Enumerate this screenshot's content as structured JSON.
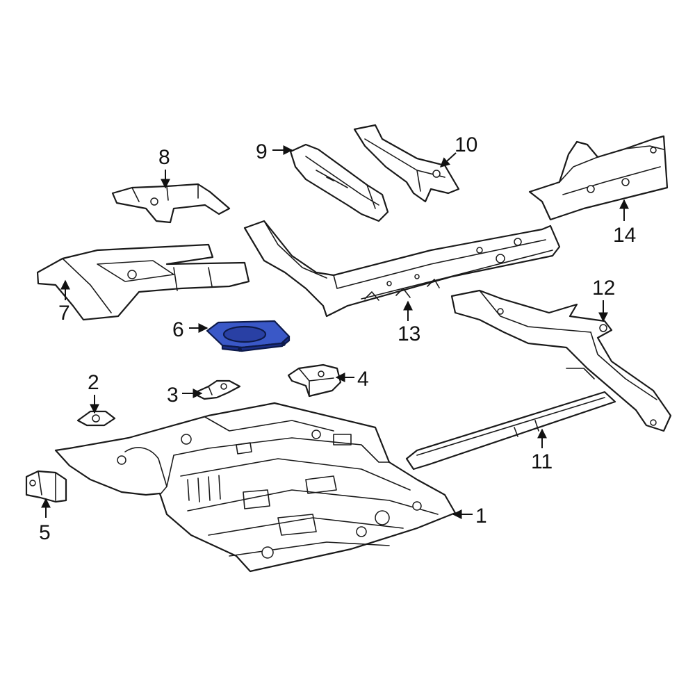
{
  "colors": {
    "highlight": "#3a58c7",
    "highlight_dark": "#1b2e86",
    "line": "#1a1a1a"
  },
  "callouts": {
    "c1": "1",
    "c2": "2",
    "c3": "3",
    "c4": "4",
    "c5": "5",
    "c6": "6",
    "c7": "7",
    "c8": "8",
    "c9": "9",
    "c10": "10",
    "c11": "11",
    "c12": "12",
    "c13": "13",
    "c14": "14"
  },
  "highlighted_part": "6"
}
